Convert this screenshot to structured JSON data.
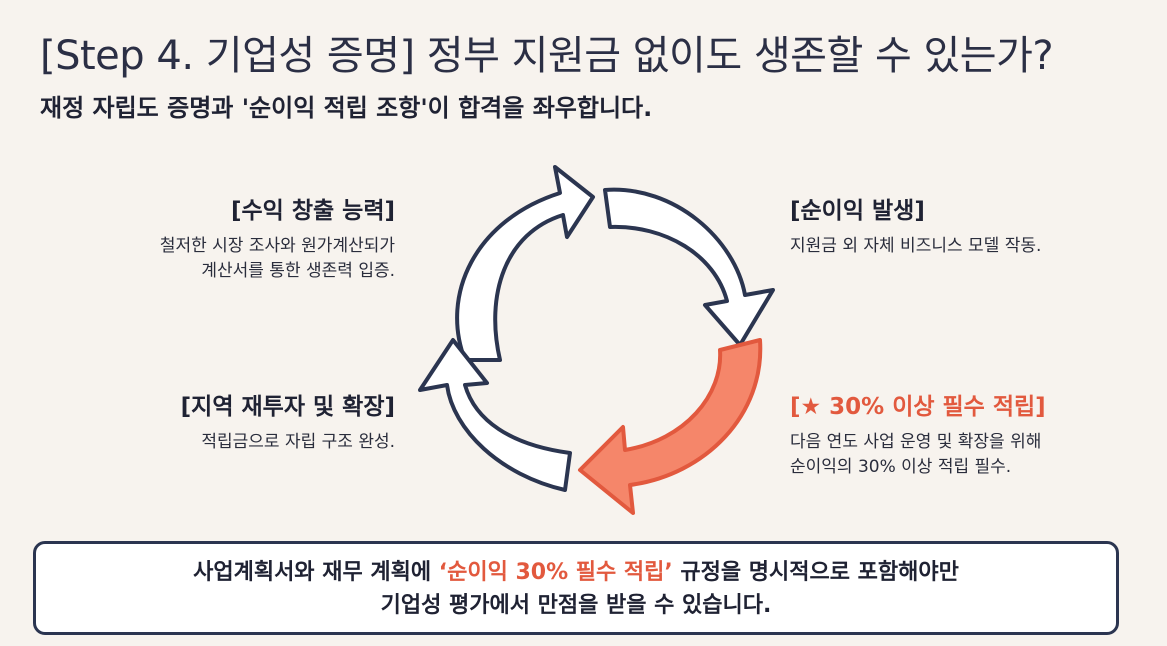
{
  "title": "[Step 4. 기업성 증명] 정부 지원금 없이도 생존할 수 있는가?",
  "subtitle": "재정 자립도 증명과 '순이익 적립 조항'이 합격을 좌우합니다.",
  "stages": {
    "top_left": {
      "heading": "[수익 창출 능력]",
      "desc_line1": "철저한 시장 조사와 원가계산되가",
      "desc_line2": "계산서를 통한 생존력 입증."
    },
    "top_right": {
      "heading": "[순이익 발생]",
      "desc_line1": "지원금 외 자체 비즈니스 모델 작동."
    },
    "bottom_right": {
      "heading": "[★ 30% 이상 필수 적립]",
      "desc_line1": "다음 연도 사업 운영 및 확장을 위해",
      "desc_line2": "순이익의 30% 이상 적립 필수."
    },
    "bottom_left": {
      "heading": "[지역 재투자 및 확장]",
      "desc_line1": "적립금으로 자립 구조 완성."
    }
  },
  "callout": {
    "line1_before": "사업계획서와 재무 계획에 ",
    "line1_highlight": "‘순이익 30% 필수 적립’",
    "line1_after": " 규정을 명시적으로 포함해야만",
    "line2": "기업성 평가에서 만점을 받을 수 있습니다."
  },
  "colors": {
    "background": "#f7f3ee",
    "accent": "#e2593e",
    "accent_fill": "#f5866a",
    "navy": "#2b3550"
  }
}
